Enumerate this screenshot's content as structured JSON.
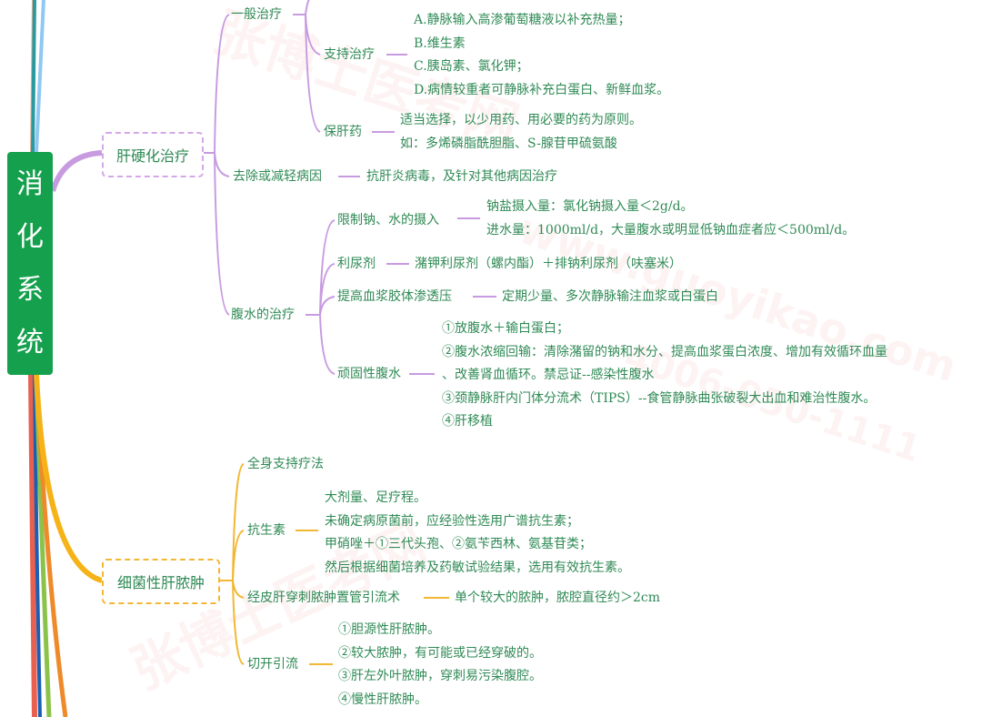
{
  "root": {
    "title": "消化系统",
    "chars": [
      "消",
      "化",
      "系",
      "统"
    ],
    "color": "#14a04c"
  },
  "watermark": {
    "brand": "张博士医考网",
    "url": "www.guoyikao.com",
    "phone": "4006-050-1111"
  },
  "branches": [
    {
      "title": "肝硬化治疗",
      "color": "#c89be0",
      "children": [
        {
          "label": "一般治疗",
          "children": [
            {
              "label": "支持治疗",
              "items": [
                "A.静脉输入高渗葡萄糖液以补充热量；",
                "B.维生素",
                "C.胰岛素、氯化钾；",
                "D.病情较重者可静脉补充白蛋白、新鲜血浆。"
              ]
            },
            {
              "label": "保肝药",
              "items": [
                "适当选择，以少用药、用必要的药为原则。",
                "如：多烯磷脂酰胆脂、S-腺苷甲硫氨酸"
              ]
            }
          ]
        },
        {
          "label": "去除或减轻病因",
          "items": [
            "抗肝炎病毒，及针对其他病因治疗"
          ]
        },
        {
          "label": "腹水的治疗",
          "children": [
            {
              "label": "限制钠、水的摄入",
              "items": [
                "钠盐摄入量：氯化钠摄入量＜2g/d。",
                "进水量：1000ml/d，大量腹水或明显低钠血症者应＜500ml/d。"
              ]
            },
            {
              "label": "利尿剂",
              "items": [
                "潴钾利尿剂（螺内酯）＋排钠利尿剂（呋塞米）"
              ]
            },
            {
              "label": "提高血浆胶体渗透压",
              "items": [
                "定期少量、多次静脉输注血浆或白蛋白"
              ]
            },
            {
              "label": "顽固性腹水",
              "items": [
                "①放腹水＋输白蛋白；",
                "②腹水浓缩回输：清除潴留的钠和水分、提高血浆蛋白浓度、增加有效循环血量",
                "、改善肾血循环。禁忌证--感染性腹水",
                "③颈静脉肝内门体分流术（TIPS）--食管静脉曲张破裂大出血和难治性腹水。",
                "④肝移植"
              ]
            }
          ]
        }
      ]
    },
    {
      "title": "细菌性肝脓肿",
      "color": "#f2b733",
      "children": [
        {
          "label": "全身支持疗法"
        },
        {
          "label": "抗生素",
          "items": [
            "大剂量、足疗程。",
            "未确定病原菌前，应经验性选用广谱抗生素；",
            "甲硝唑＋①三代头孢、②氨苄西林、氨基苷类；",
            "然后根据细菌培养及药敏试验结果，选用有效抗生素。"
          ]
        },
        {
          "label": "经皮肝穿刺脓肿置管引流术",
          "items": [
            "单个较大的脓肿，脓腔直径约＞2cm"
          ]
        },
        {
          "label": "切开引流",
          "items": [
            "①胆源性肝脓肿。",
            "②较大脓肿，有可能或已经穿破的。",
            "③肝左外叶脓肿，穿刺易污染腹腔。",
            "④慢性肝脓肿。"
          ]
        }
      ]
    }
  ],
  "offscreen_branch_colors": [
    "#2b9aa0",
    "#8fc8f2",
    "#e8604f",
    "#1a5fb4",
    "#8bc34a",
    "#ee8a2a"
  ]
}
